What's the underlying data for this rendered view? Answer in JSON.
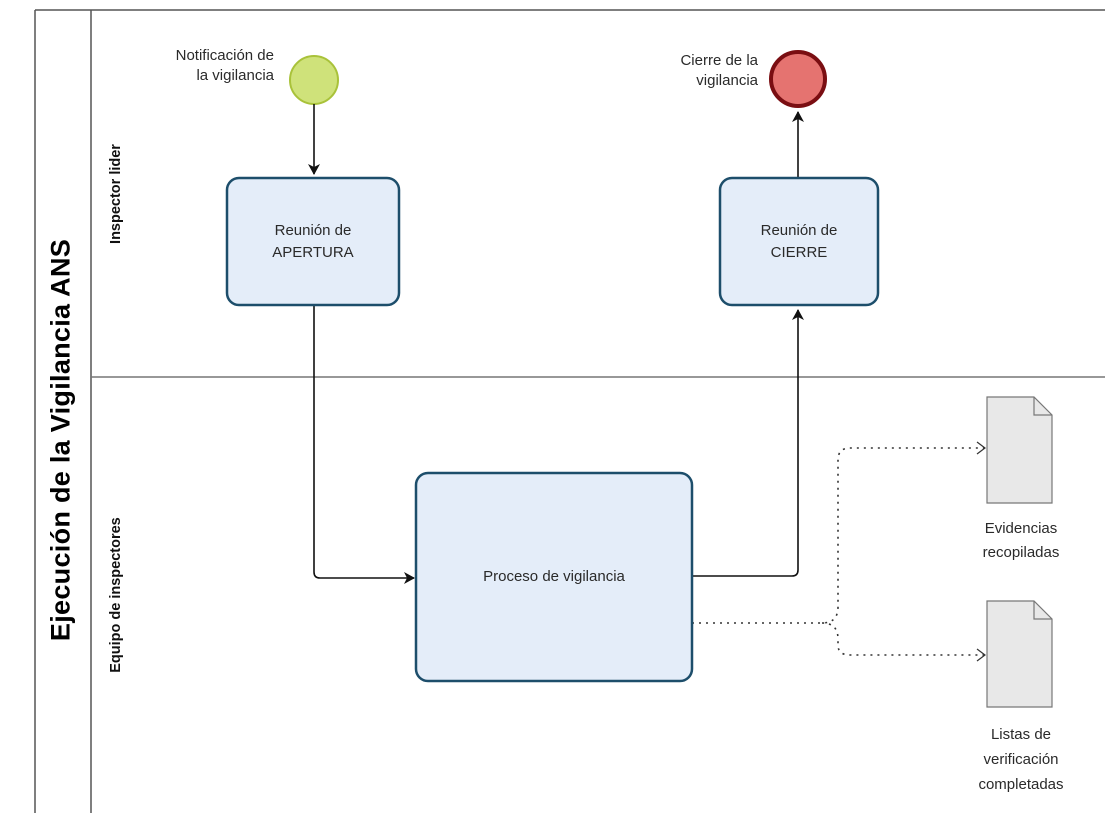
{
  "pool": {
    "title": "Ejecución de la Vigilancia ANS"
  },
  "lanes": [
    {
      "title": "Inspector lider"
    },
    {
      "title": "Equipo de inspectores"
    }
  ],
  "events": {
    "start": {
      "label_line1": "Notificación de",
      "label_line2": "la  vigilancia",
      "color": "#cfe27a"
    },
    "end": {
      "label_line1": "Cierre de la",
      "label_line2": "vigilancia",
      "color": "#e57370"
    }
  },
  "tasks": {
    "apertura": {
      "line1": "Reunión de",
      "line2": "APERTURA"
    },
    "cierre": {
      "line1": "Reunión de",
      "line2": "CIERRE"
    },
    "proceso": {
      "line1": "Proceso de vigilancia"
    }
  },
  "artifacts": {
    "evidencias": {
      "line1": "Evidencias",
      "line2": "recopiladas"
    },
    "listas": {
      "line1": "Listas de",
      "line2": "verificación",
      "line3": "completadas"
    }
  },
  "colors": {
    "task_fill": "#e4edf9",
    "task_stroke": "#1d4e6b",
    "doc_fill": "#e8e8e8"
  }
}
